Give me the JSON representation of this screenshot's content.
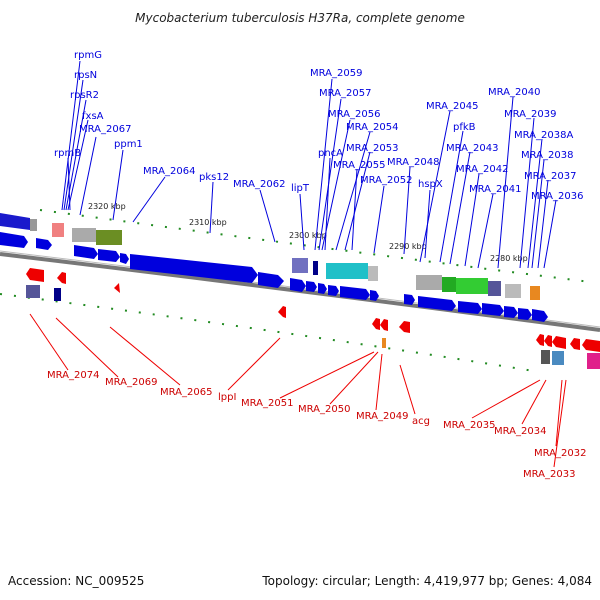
{
  "title": "Mycobacterium tuberculosis H37Ra, complete genome",
  "footer": {
    "accession": "Accession: NC_009525",
    "summary": "Topology: circular; Length: 4,419,977 bp; Genes: 4,084"
  },
  "colors": {
    "forward": "#0000dd",
    "reverse": "#dd0000",
    "backbone": "#777777",
    "tick": "#228b22"
  },
  "kbp_marks": [
    "2320 kbp",
    "2310 kbp",
    "2300 kbp",
    "2290 kbp",
    "2280 kbp"
  ],
  "forward_labels": [
    "rpmG",
    "rpsN",
    "rpsR2",
    "fxsA",
    "rpmB",
    "MRA_2067",
    "ppm1",
    "MRA_2064",
    "pks12",
    "MRA_2062",
    "lipT",
    "MRA_2059",
    "MRA_2057",
    "MRA_2056",
    "pncA",
    "MRA_2054",
    "MRA_2053",
    "MRA_2055",
    "MRA_2052",
    "MRA_2048",
    "MRA_2045",
    "pfkB",
    "hspX",
    "MRA_2043",
    "MRA_2042",
    "MRA_2041",
    "MRA_2040",
    "MRA_2039",
    "MRA_2038A",
    "MRA_2038",
    "MRA_2037",
    "MRA_2036"
  ],
  "reverse_labels": [
    "MRA_2074",
    "MRA_2069",
    "MRA_2065",
    "lppI",
    "MRA_2051",
    "MRA_2050",
    "MRA_2049",
    "acg",
    "MRA_2035",
    "MRA_2034",
    "MRA_2032",
    "MRA_2033"
  ]
}
